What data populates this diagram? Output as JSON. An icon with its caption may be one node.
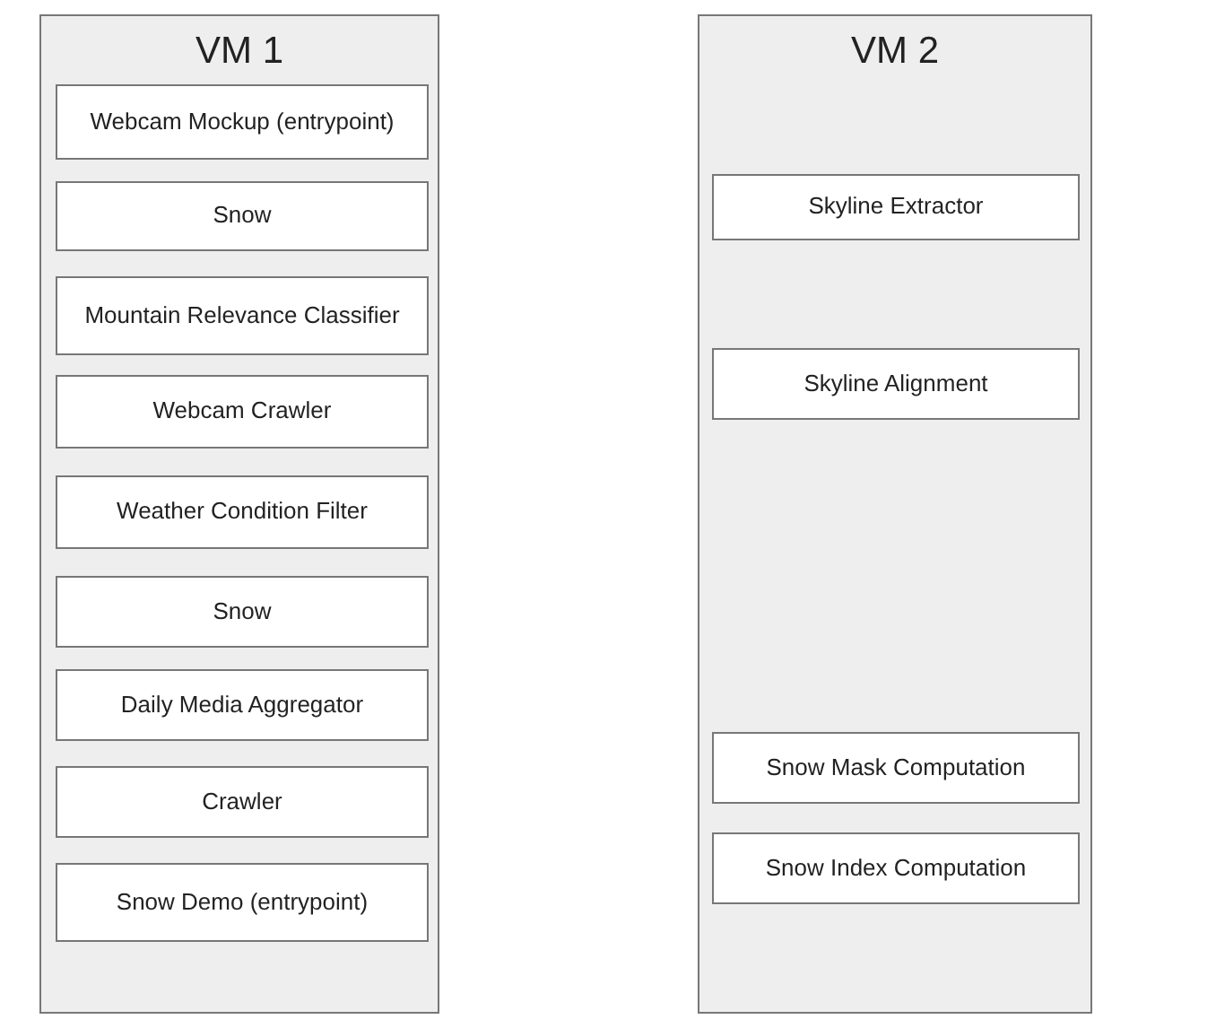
{
  "diagram": {
    "nodes": [
      {
        "text": [
          "VM 1"
        ]
      },
      {
        "text": [
          "Webcam Mockup (entrypoint)"
        ],
        "in": 0
      },
      {
        "text": [
          "Snow"
        ],
        "in": 0
      },
      {
        "text": [
          "Mountain Relevance Classifier"
        ],
        "in": 0
      },
      {
        "text": [
          "Webcam Crawler"
        ],
        "in": 0
      },
      {
        "text": [
          "Weather Condition Filter"
        ],
        "in": 0
      },
      {
        "text": [
          "Snow"
        ],
        "in": 0
      },
      {
        "text": [
          "Daily Media Aggregator"
        ],
        "in": 0
      },
      {
        "text": [
          "Crawler"
        ],
        "in": 0
      },
      {
        "text": [
          "Snow Demo (entrypoint)"
        ],
        "in": 0
      },
      {
        "text": [
          "VM 2"
        ]
      },
      {
        "text": [
          "Skyline Extractor"
        ],
        "in": 10
      },
      {
        "text": [
          "Skyline Alignment"
        ],
        "in": 10
      },
      {
        "text": [
          "Snow Mask Computation"
        ],
        "in": 10
      },
      {
        "text": [
          "Snow Index Computation"
        ],
        "in": 10
      }
    ]
  }
}
